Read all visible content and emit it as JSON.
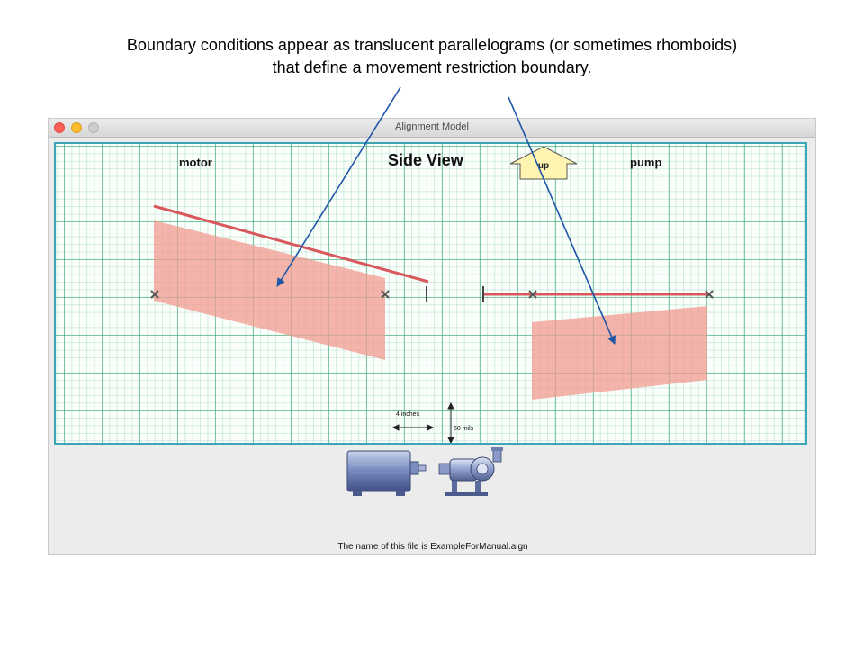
{
  "caption": {
    "line1": "Boundary conditions appear as translucent parallelograms (or sometimes rhomboids)",
    "line2": "that define a movement restriction boundary."
  },
  "window": {
    "title": "Alignment Model",
    "status_text": "The name of this file is ExampleForManual.algn"
  },
  "canvas": {
    "view_title": "Side View",
    "motor_label": "motor",
    "pump_label": "pump",
    "up_button_label": "up",
    "scale_horizontal": "4 inches",
    "scale_vertical": "60 mils"
  },
  "colors": {
    "grid": "#3caa78",
    "frame": "#3aa6b5",
    "boundary_fill": "#f29b90",
    "shaft_line": "#d9585e",
    "callout_arrow": "#1f56a8",
    "up_arrow": "#fff5b0"
  },
  "icons": [
    "close-icon",
    "minimize-icon",
    "maximize-icon",
    "up-arrow-icon",
    "x-marker-icon",
    "motor-icon",
    "pump-icon"
  ]
}
